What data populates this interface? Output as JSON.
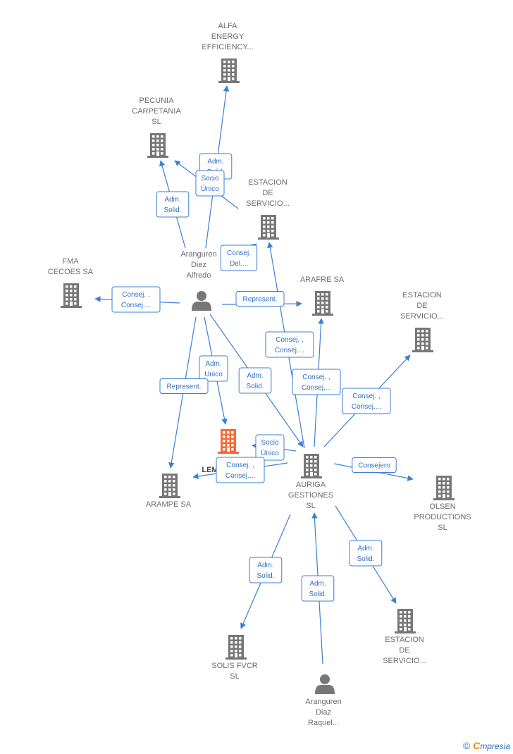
{
  "colors": {
    "edge": "#3a7fd5",
    "building": "#777777",
    "building_center": "#f26b3a",
    "person": "#777777"
  },
  "nodes": [
    {
      "id": "alfa",
      "type": "building",
      "label": [
        "ALFA",
        "ENERGY",
        "EFFICIENCY..."
      ]
    },
    {
      "id": "pecunia",
      "type": "building",
      "label": [
        "PECUNIA",
        "CARPETANIA",
        "SL"
      ]
    },
    {
      "id": "estacion1",
      "type": "building",
      "label": [
        "ESTACION",
        "DE",
        "SERVICIO..."
      ]
    },
    {
      "id": "fma",
      "type": "building",
      "label": [
        "FMA",
        "CECOES SA"
      ]
    },
    {
      "id": "aranguren_alfredo",
      "type": "person",
      "label": [
        "Aranguren",
        "Diez",
        "Alfredo"
      ]
    },
    {
      "id": "arafre",
      "type": "building",
      "label": [
        "ARAFRE SA"
      ]
    },
    {
      "id": "estacion2",
      "type": "building",
      "label": [
        "ESTACION",
        "DE",
        "SERVICIO..."
      ]
    },
    {
      "id": "lem",
      "type": "building_center",
      "label": [
        "LEM"
      ]
    },
    {
      "id": "arampe",
      "type": "building",
      "label": [
        "ARAMPE SA"
      ]
    },
    {
      "id": "auriga",
      "type": "building",
      "label": [
        "AURIGA",
        "GESTIONES",
        "SL"
      ]
    },
    {
      "id": "olsen",
      "type": "building",
      "label": [
        "OLSEN",
        "PRODUCTIONS",
        "SL"
      ]
    },
    {
      "id": "solis",
      "type": "building",
      "label": [
        "SOLIS FVCR",
        "SL"
      ]
    },
    {
      "id": "aranguren_raquel",
      "type": "person",
      "label": [
        "Aranguren",
        "Diaz",
        "Raquel..."
      ]
    },
    {
      "id": "estacion3",
      "type": "building",
      "label": [
        "ESTACION",
        "DE",
        "SERVICIO..."
      ]
    }
  ],
  "edges": [
    {
      "from": "aranguren_alfredo",
      "to": "alfa",
      "label": [
        "Adm.",
        "Solid."
      ]
    },
    {
      "from": "aranguren_alfredo",
      "to": "pecunia",
      "label": [
        "Adm.",
        "Solid."
      ]
    },
    {
      "from": "aranguren_alfredo",
      "to": "pecunia",
      "label": [
        "Socio",
        "Único"
      ]
    },
    {
      "from": "aranguren_alfredo",
      "to": "estacion1",
      "label": [
        "Consej.",
        "Del...."
      ]
    },
    {
      "from": "aranguren_alfredo",
      "to": "fma",
      "label": [
        "Consej. ,",
        "Consej...."
      ]
    },
    {
      "from": "aranguren_alfredo",
      "to": "arafre",
      "label": [
        "Represent."
      ]
    },
    {
      "from": "aranguren_alfredo",
      "to": "lem",
      "label": [
        "Adm.",
        "Unico"
      ]
    },
    {
      "from": "aranguren_alfredo",
      "to": "arampe",
      "label": [
        "Represent."
      ]
    },
    {
      "from": "aranguren_alfredo",
      "to": "auriga",
      "label": [
        "Adm.",
        "Solid."
      ]
    },
    {
      "from": "auriga",
      "to": "estacion1",
      "label": [
        "Consej. ,",
        "Consej...."
      ]
    },
    {
      "from": "auriga",
      "to": "arafre",
      "label": [
        "Consej. ,",
        "Consej...."
      ]
    },
    {
      "from": "auriga",
      "to": "estacion2",
      "label": [
        "Consej. ,",
        "Consej...."
      ]
    },
    {
      "from": "auriga",
      "to": "lem",
      "label": [
        "Socio",
        "Único"
      ]
    },
    {
      "from": "auriga",
      "to": "arampe",
      "label": [
        "Consej. ,",
        "Consej...."
      ]
    },
    {
      "from": "auriga",
      "to": "olsen",
      "label": [
        "Consejero"
      ]
    },
    {
      "from": "auriga",
      "to": "solis",
      "label": [
        "Adm.",
        "Solid."
      ]
    },
    {
      "from": "aranguren_raquel",
      "to": "auriga",
      "label": [
        "Adm.",
        "Solid."
      ]
    },
    {
      "from": "auriga",
      "to": "estacion3",
      "label": [
        "Adm.",
        "Solid."
      ]
    }
  ],
  "brand": {
    "copyright": "©",
    "name_first": "C",
    "name_rest": "mpresia"
  }
}
